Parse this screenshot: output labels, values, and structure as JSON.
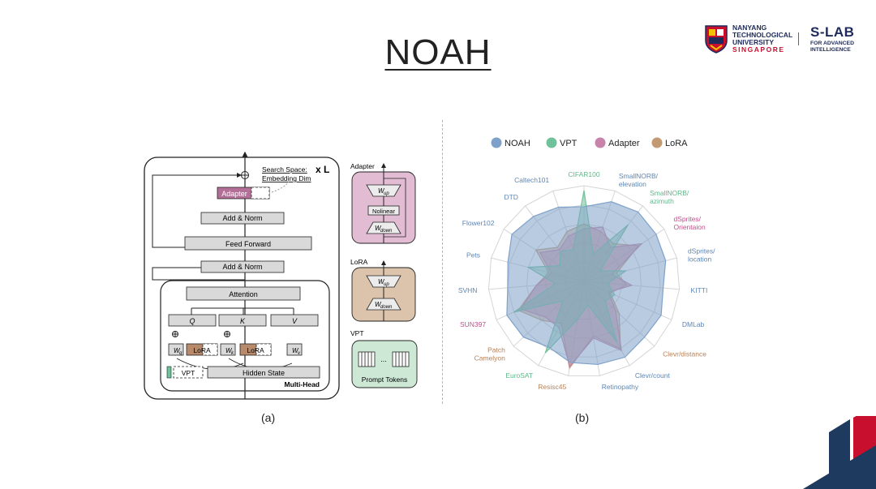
{
  "slide": {
    "title": "NOAH"
  },
  "logos": {
    "ntu_line1": "NANYANG",
    "ntu_line2": "TECHNOLOGICAL",
    "ntu_line3": "UNIVERSITY",
    "ntu_line4": "SINGAPORE",
    "slab_main": "S-LAB",
    "slab_sub1": "FOR ADVANCED",
    "slab_sub2": "INTELLIGENCE"
  },
  "figure_a": {
    "caption": "(a)",
    "search_space_1": "Search Space:",
    "search_space_2": "Embedding Dim",
    "times_l": "x L",
    "adapter_block": "Adapter",
    "add_norm_top": "Add & Norm",
    "feed_forward": "Feed Forward",
    "add_norm_bottom": "Add & Norm",
    "attention": "Attention",
    "q": "Q",
    "k": "K",
    "v": "V",
    "wq": "W",
    "wq_sub": "q",
    "wk": "W",
    "wk_sub": "k",
    "wv": "W",
    "wv_sub": "v",
    "lora1": "LoRA",
    "lora2": "LoRA",
    "vpt": "VPT",
    "hidden_state": "Hidden State",
    "multi_head": "Multi-Head",
    "side_adapter_title": "Adapter",
    "side_wup": "W",
    "side_wup_sub": "up",
    "side_nonlinear": "Nolinear",
    "side_wdown": "W",
    "side_wdown_sub": "down",
    "side_lora_title": "LoRA",
    "lora_wup": "W",
    "lora_wup_sub": "up",
    "lora_wdown": "W",
    "lora_wdown_sub": "down",
    "side_vpt_title": "VPT",
    "ellipsis": "...",
    "prompt_tokens": "Prompt Tokens"
  },
  "figure_b": {
    "caption": "(b)",
    "colors": {
      "NOAH": "#7ea1c9",
      "VPT": "#6fc29a",
      "Adapter": "#c783a9",
      "LoRA": "#c49a74"
    }
  },
  "chart_data": {
    "type": "radar",
    "legend_position": "top",
    "axes": [
      {
        "label": "CIFAR100",
        "color": "#5fb88a"
      },
      {
        "label": "SmallNORB/ elevation",
        "color": "#5d86b5"
      },
      {
        "label": "SmallNORB/ azimuth",
        "color": "#5fb88a"
      },
      {
        "label": "dSprites/ Orientaion",
        "color": "#c0508a"
      },
      {
        "label": "dSprites/ location",
        "color": "#5d86b5"
      },
      {
        "label": "KITTI",
        "color": "#5d86b5"
      },
      {
        "label": "DMLab",
        "color": "#5d86b5"
      },
      {
        "label": "Clevr/distance",
        "color": "#b88057"
      },
      {
        "label": "Clevr/count",
        "color": "#5d86b5"
      },
      {
        "label": "Retinopathy",
        "color": "#5d86b5"
      },
      {
        "label": "Resisc45",
        "color": "#b88057"
      },
      {
        "label": "EuroSAT",
        "color": "#5fb88a"
      },
      {
        "label": "Patch Camelyon",
        "color": "#b88057"
      },
      {
        "label": "SUN397",
        "color": "#c0508a"
      },
      {
        "label": "SVHN",
        "color": "#5d86b5"
      },
      {
        "label": "Pets",
        "color": "#5d86b5"
      },
      {
        "label": "Flower102",
        "color": "#5d86b5"
      },
      {
        "label": "DTD",
        "color": "#5d86b5"
      },
      {
        "label": "Caltech101",
        "color": "#5d86b5"
      }
    ],
    "series": [
      {
        "name": "NOAH",
        "values": [
          0.78,
          0.88,
          0.92,
          0.9,
          0.88,
          0.83,
          0.88,
          0.86,
          0.9,
          0.88,
          0.86,
          0.78,
          0.86,
          0.88,
          0.8,
          0.82,
          0.9,
          0.86,
          0.82
        ]
      },
      {
        "name": "VPT",
        "values": [
          0.95,
          0.3,
          0.75,
          0.2,
          0.45,
          0.25,
          0.35,
          0.3,
          0.72,
          0.25,
          0.4,
          0.85,
          0.3,
          0.8,
          0.3,
          0.6,
          0.3,
          0.4,
          0.35
        ]
      },
      {
        "name": "Adapter",
        "values": [
          0.55,
          0.6,
          0.45,
          0.72,
          0.3,
          0.5,
          0.28,
          0.45,
          0.82,
          0.6,
          0.9,
          0.55,
          0.55,
          0.72,
          0.5,
          0.35,
          0.55,
          0.42,
          0.5
        ]
      },
      {
        "name": "LoRA",
        "values": [
          0.6,
          0.55,
          0.5,
          0.68,
          0.35,
          0.45,
          0.3,
          0.5,
          0.8,
          0.58,
          0.92,
          0.5,
          0.6,
          0.75,
          0.5,
          0.38,
          0.6,
          0.45,
          0.55
        ]
      }
    ]
  }
}
